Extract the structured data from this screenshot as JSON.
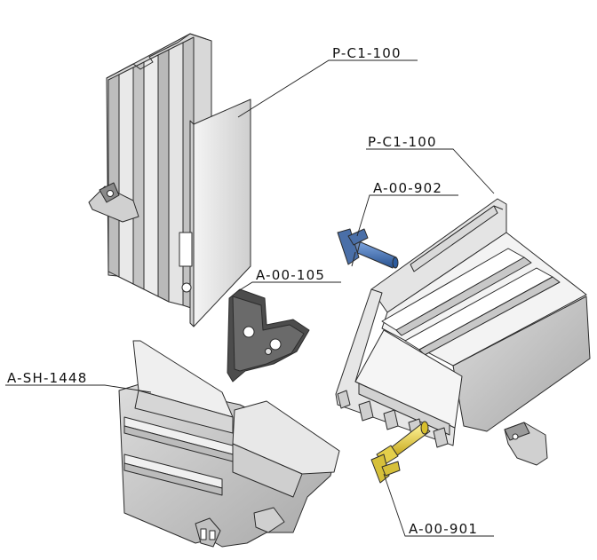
{
  "diagram": {
    "labels": {
      "p_c1_100_top": "P-C1-100",
      "p_c1_100_right": "P-C1-100",
      "a_00_902": "A-00-902",
      "a_00_105": "A-00-105",
      "a_sh_1448": "A-SH-1448",
      "a_00_901": "A-00-901"
    },
    "colors": {
      "profile_light": "#e6e6e6",
      "profile_mid": "#c9c9c9",
      "profile_dark": "#9e9e9e",
      "gasket": "#5a5a5a",
      "pin_blue": "#3d6fb5",
      "pin_yellow": "#e8d23a"
    }
  }
}
